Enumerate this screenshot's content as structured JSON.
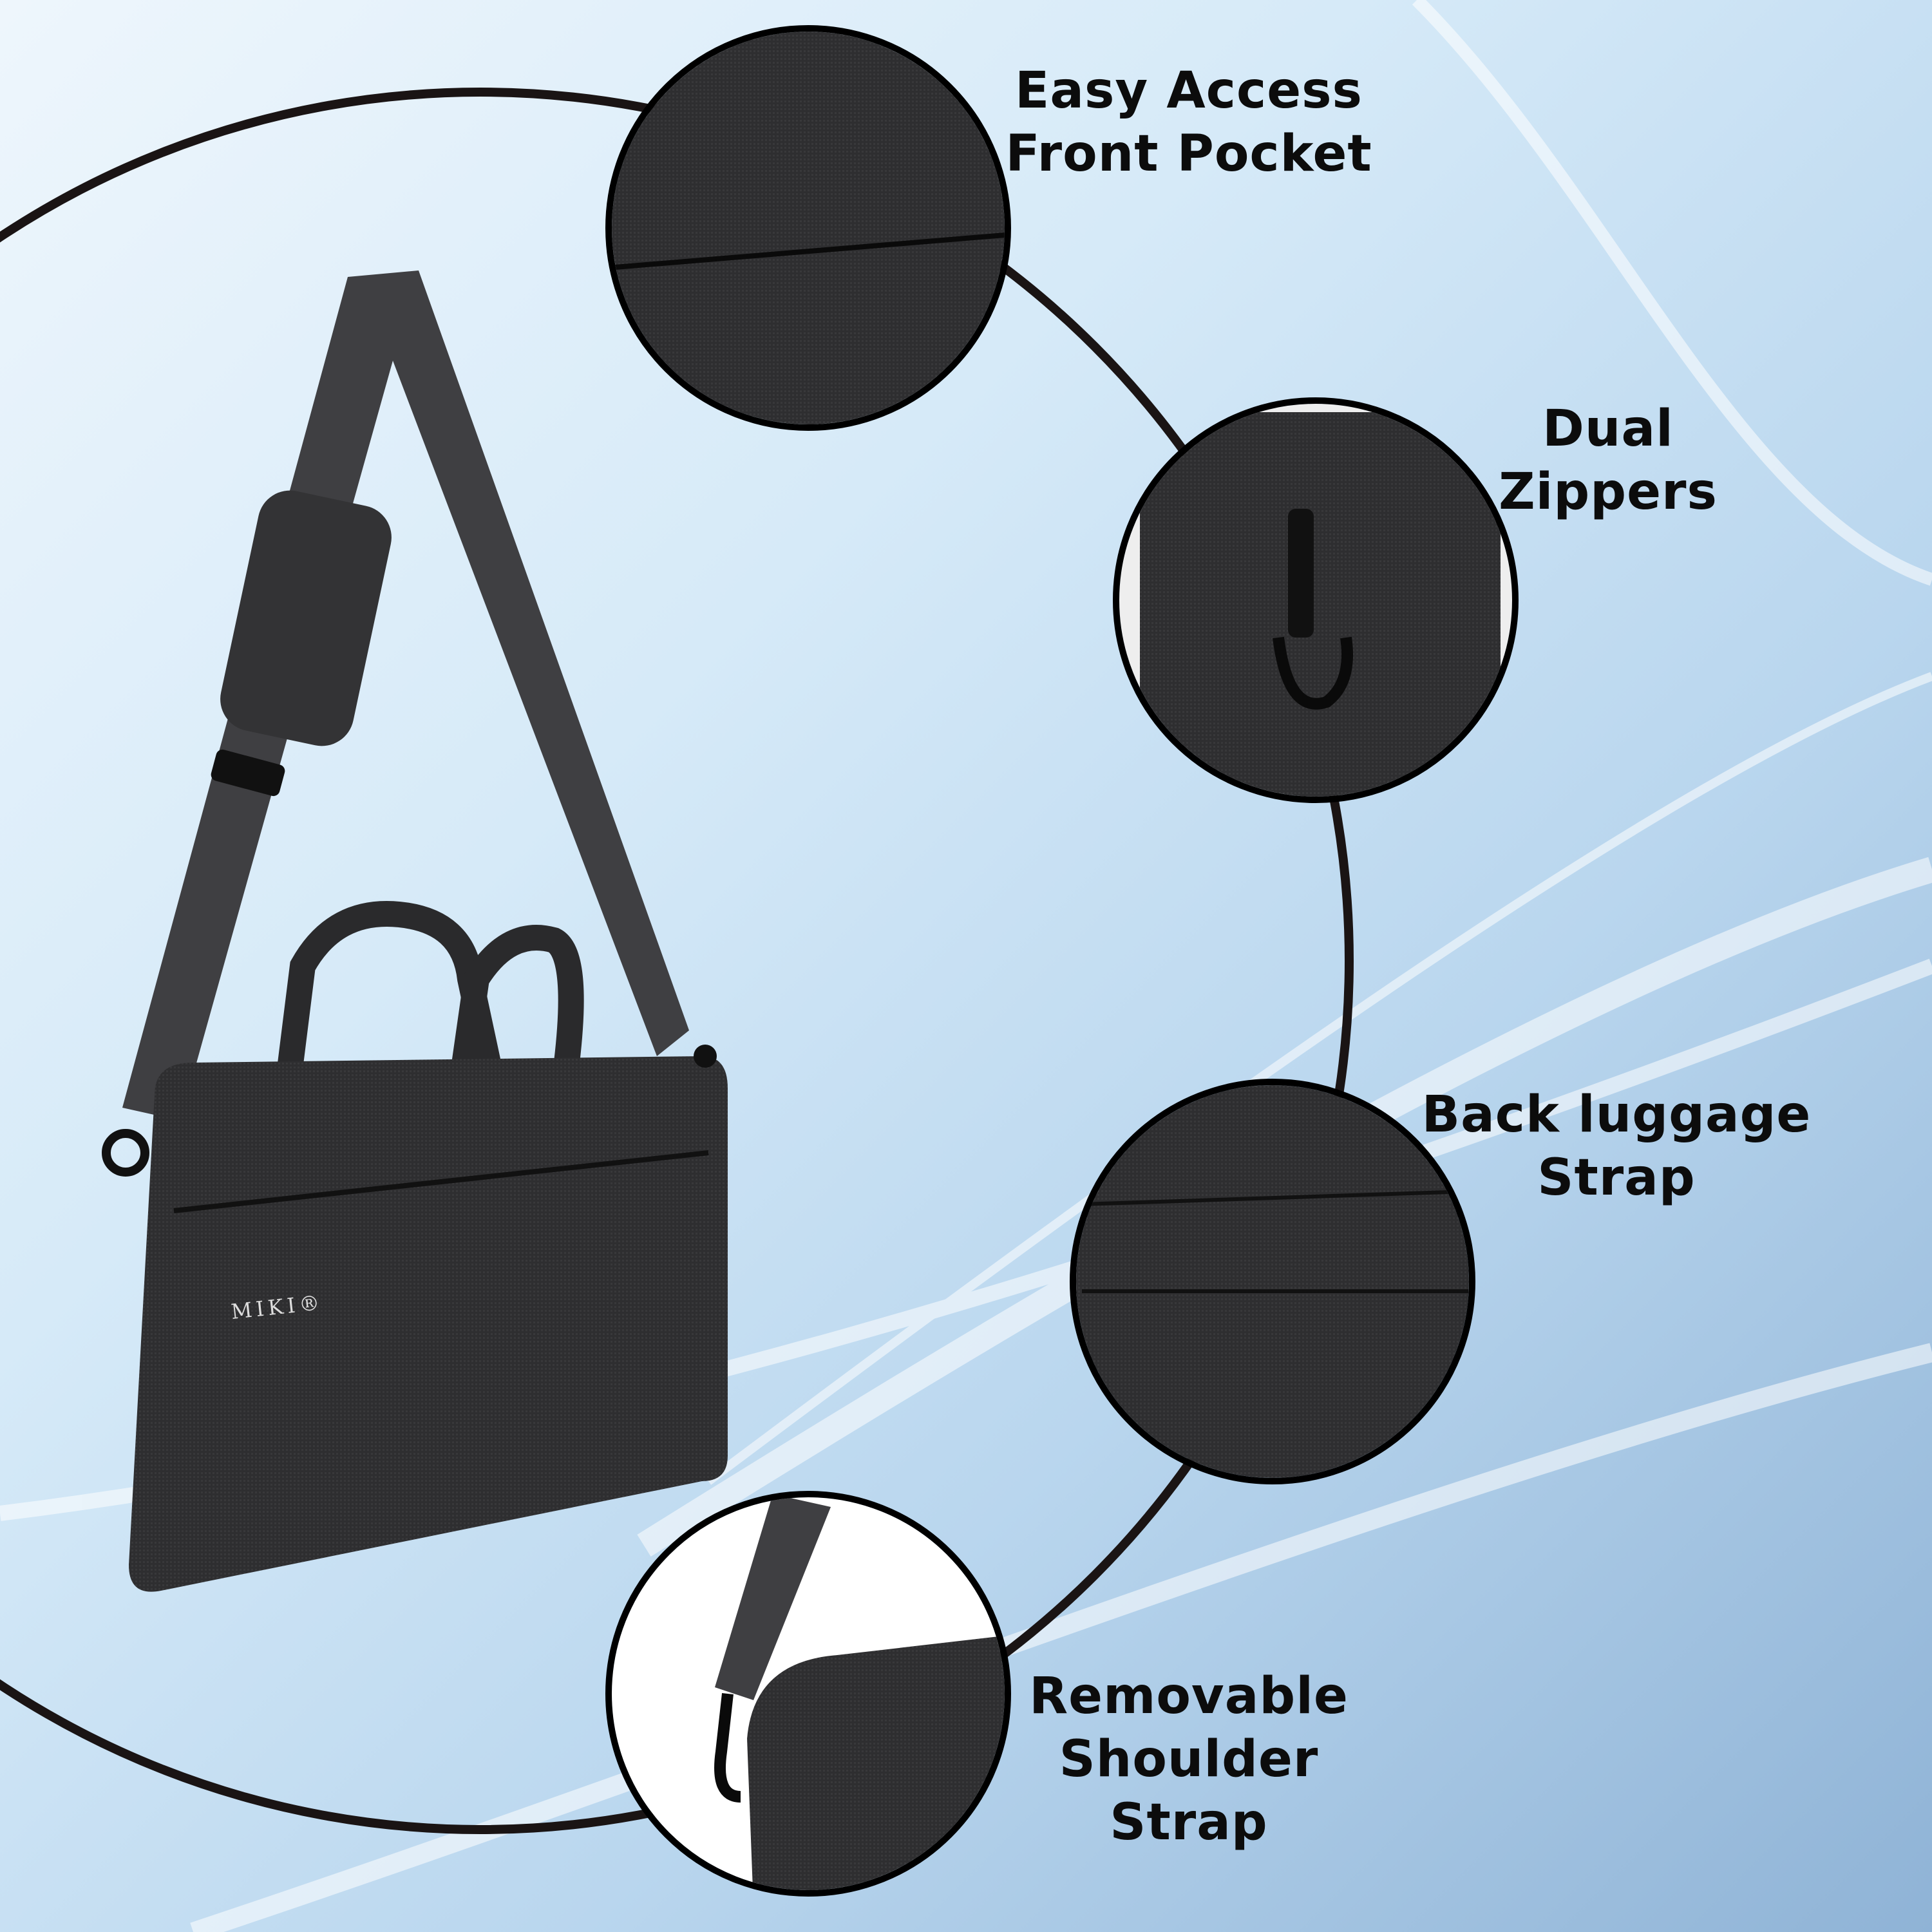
{
  "brand_logo": "MIKI®",
  "features": [
    {
      "lines": [
        "Easy Access",
        "Front Pocket"
      ]
    },
    {
      "lines": [
        "Dual",
        "Zippers"
      ]
    },
    {
      "lines": [
        "Back luggage",
        "Strap"
      ]
    },
    {
      "lines": [
        "Removable",
        "Shoulder",
        "Strap"
      ]
    }
  ],
  "colors": {
    "bag": "#2c2c2e",
    "ring": "#1a1414",
    "text": "#0c0c0c"
  }
}
